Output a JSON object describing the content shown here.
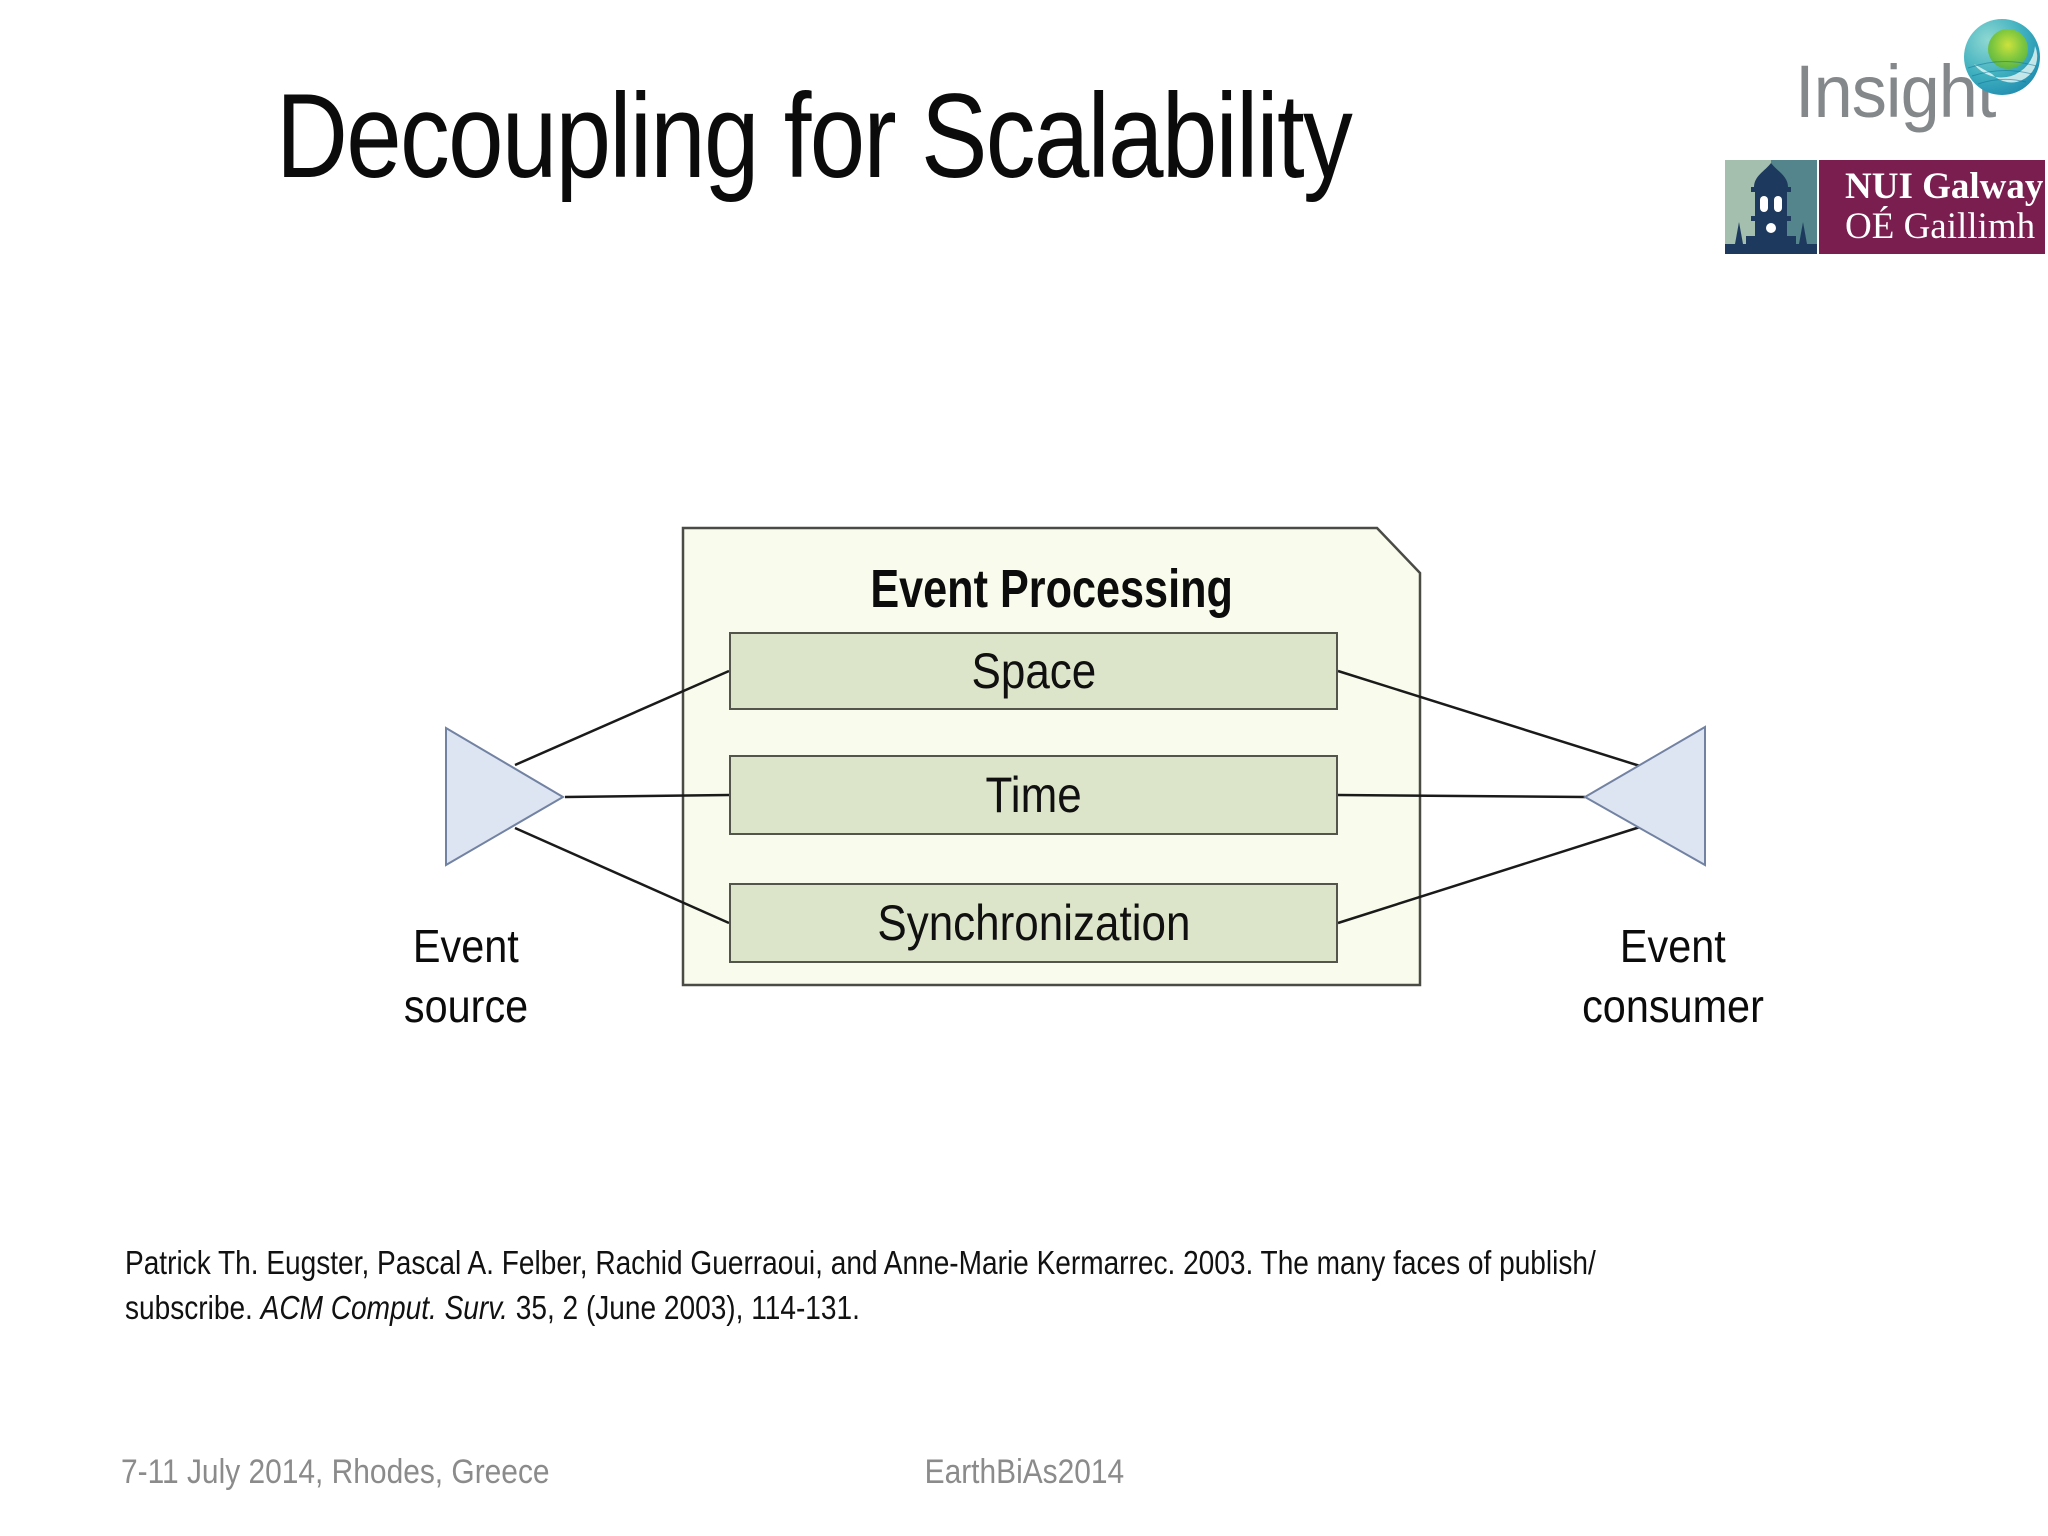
{
  "slide": {
    "title": "Decoupling for Scalability"
  },
  "logos": {
    "insight": {
      "name": "Insight"
    },
    "nui_galway": {
      "line1": "NUI Galway",
      "line2": "OÉ Gaillimh"
    }
  },
  "diagram": {
    "heading": "Event Processing",
    "boxes": [
      {
        "label": "Space"
      },
      {
        "label": "Time"
      },
      {
        "label": "Synchronization"
      }
    ],
    "source_label": {
      "line1": "Event",
      "line2": "source"
    },
    "consumer_label": {
      "line1": "Event",
      "line2": "consumer"
    }
  },
  "citation": {
    "line1": "Patrick Th. Eugster, Pascal A. Felber, Rachid Guerraoui, and Anne-Marie Kermarrec. 2003. The many faces of publish/",
    "line2_pre": "subscribe. ",
    "line2_italic": "ACM Comput. Surv.",
    "line2_post": " 35, 2 (June 2003), 114-131."
  },
  "footer": {
    "left": "7-11 July 2014, Rhodes, Greece",
    "center": "EarthBiAs2014"
  },
  "colors": {
    "container_fill": "#f9fbec",
    "container_stroke": "#4b4b46",
    "box_fill": "#dce5c9",
    "box_border": "#53544b",
    "triangle_fill": "#dde4f2",
    "triangle_stroke": "#7282a2",
    "line_color": "#1a1a1a",
    "banner_purple": "#7a1e4f",
    "insight_gray": "#84888b",
    "footer_gray": "#8b8b8b",
    "crest_left_bg": "#a4bfae",
    "crest_right_bg": "#54858d",
    "crest_tower": "#1d3a5e",
    "sphere_teal_dark": "#1c87ae",
    "sphere_teal_light": "#8fd8d2",
    "sphere_green": "#4fae46",
    "sphere_green_light": "#cde23c"
  }
}
